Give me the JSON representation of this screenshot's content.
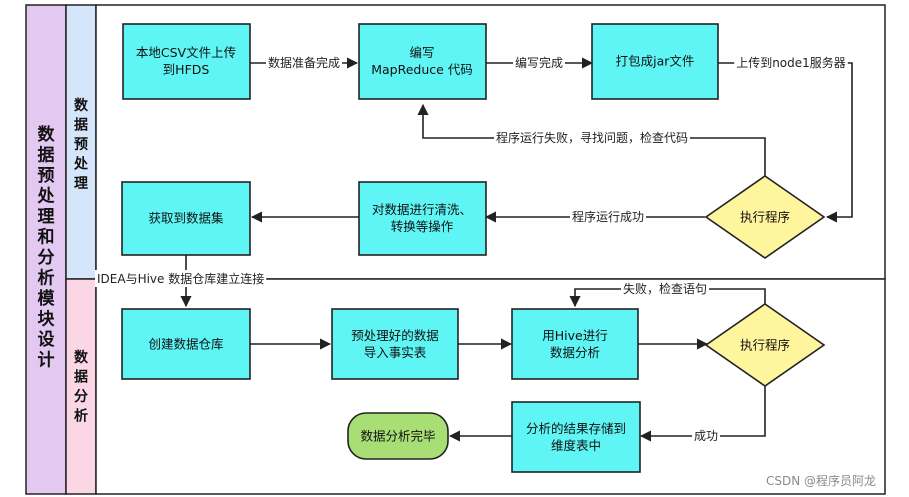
{
  "side_title": "数据预处理和分析模块设计",
  "lanes": {
    "preprocess": "数据预处理",
    "analysis": "数据分析"
  },
  "nodes": {
    "upload_csv": [
      "本地CSV文件上传",
      "到HFDS"
    ],
    "write_mr": [
      "编写",
      "MapReduce 代码"
    ],
    "package_jar": [
      "打包成jar文件"
    ],
    "run1": [
      "执行程序"
    ],
    "clean": [
      "对数据进行清洗、",
      "转换等操作"
    ],
    "get_dataset": [
      "获取到数据集"
    ],
    "create_dw": [
      "创建数据仓库"
    ],
    "import_fact": [
      "预处理好的数据",
      "导入事实表"
    ],
    "hive_analyze": [
      "用Hive进行",
      "数据分析"
    ],
    "run2": [
      "执行程序"
    ],
    "store_dim": [
      "分析的结果存储到",
      "维度表中"
    ],
    "done": [
      "数据分析完毕"
    ]
  },
  "edges": {
    "data_ready": "数据准备完成",
    "write_done": "编写完成",
    "upload_node1": "上传到node1服务器",
    "run_fail": "程序运行失败，寻找问题，检查代码",
    "run_success": "程序运行成功",
    "idea_hive": "IDEA与Hive 数据仓库建立连接",
    "fail_check": "失败，检查语句",
    "success": "成功"
  },
  "watermark": "CSDN @程序员阿龙",
  "colors": {
    "process_fill": "#5ff5f5",
    "decision_fill": "#fff59d",
    "terminal_fill": "#a8df74",
    "side_fill": "#e3c8f2",
    "lane1_fill": "#d6e6fa",
    "lane2_fill": "#fbd7e6"
  }
}
